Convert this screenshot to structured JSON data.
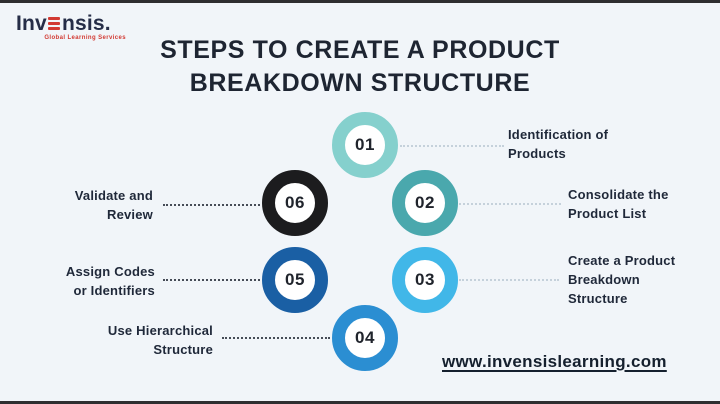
{
  "brand": {
    "logo_prefix": "Inv",
    "logo_suffix": "nsis.",
    "tagline": "Global Learning Services",
    "logo_color": "#252d47",
    "accent_red": "#d23a33"
  },
  "title": "STEPS TO CREATE A PRODUCT\nBREAKDOWN STRUCTURE",
  "steps": [
    {
      "num": "01",
      "label": "Identification of\nProducts",
      "ring_color": "#85d0cd",
      "side": "right"
    },
    {
      "num": "02",
      "label": "Consolidate the\nProduct List",
      "ring_color": "#4aa8ad",
      "side": "right"
    },
    {
      "num": "03",
      "label": "Create a Product\nBreakdown\nStructure",
      "ring_color": "#41b7e8",
      "side": "right"
    },
    {
      "num": "04",
      "label": "Use Hierarchical\nStructure",
      "ring_color": "#2b8ed2",
      "side": "left"
    },
    {
      "num": "05",
      "label": "Assign Codes\nor Identifiers",
      "ring_color": "#1a5fa4",
      "side": "left"
    },
    {
      "num": "06",
      "label": "Validate and\nReview",
      "ring_color": "#1c1c1e",
      "side": "left"
    }
  ],
  "website": "www.invensislearning.com",
  "colors": {
    "background": "#f1f5f9",
    "title_text": "#1e2532",
    "connector_light": "#c5d1db",
    "connector_dark": "#464c57",
    "frame_bar": "#2e2e30"
  }
}
